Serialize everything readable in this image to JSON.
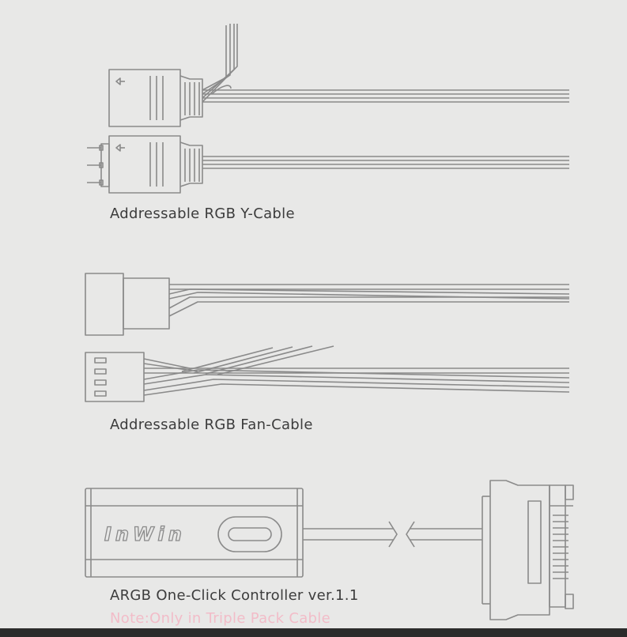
{
  "captions": {
    "y_cable": "Addressable RGB Y-Cable",
    "fan_cable": "Addressable RGB Fan-Cable",
    "controller": "ARGB One-Click Controller ver.1.1",
    "note": "Note:Only in Triple Pack Cable"
  },
  "controller_logo": "InWin",
  "colors": {
    "background": "#e8e8e7",
    "line": "#8a8a8a",
    "caption": "#3c3c3c",
    "note": "#f2bcc8"
  },
  "icons": [
    "arrow-left-icon",
    "usb-c-port-icon"
  ]
}
